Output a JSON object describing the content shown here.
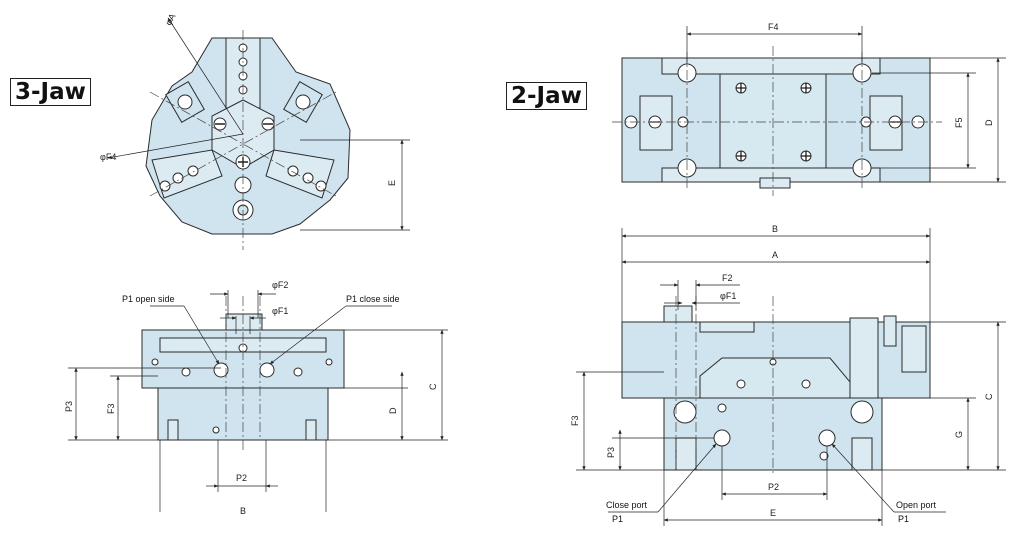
{
  "left_view": {
    "badge": "3-Jaw",
    "dims": {
      "phiA": "φA",
      "phiF4": "φF4",
      "E": "E",
      "phiF2": "φF2",
      "phiF1": "φF1",
      "C": "C",
      "D": "D",
      "P3": "P3",
      "F3": "F3",
      "P2": "P2",
      "B": "B"
    },
    "callouts": {
      "p1_open": "P1 open side",
      "p1_close": "P1 close side"
    }
  },
  "right_view": {
    "badge": "2-Jaw",
    "dims": {
      "F4": "F4",
      "F5": "F5",
      "D": "D",
      "B": "B",
      "A": "A",
      "F2": "F2",
      "phiF1": "φF1",
      "C": "C",
      "F3": "F3",
      "G": "G",
      "P3": "P3",
      "P2": "P2",
      "E": "E"
    },
    "callouts": {
      "close_port": "Close port",
      "close_p1": "P1",
      "open_port": "Open port",
      "open_p1": "P1"
    }
  },
  "colors": {
    "fill": "#cfe4ee",
    "line": "#2b2b2b",
    "badge_border": "#222222"
  }
}
